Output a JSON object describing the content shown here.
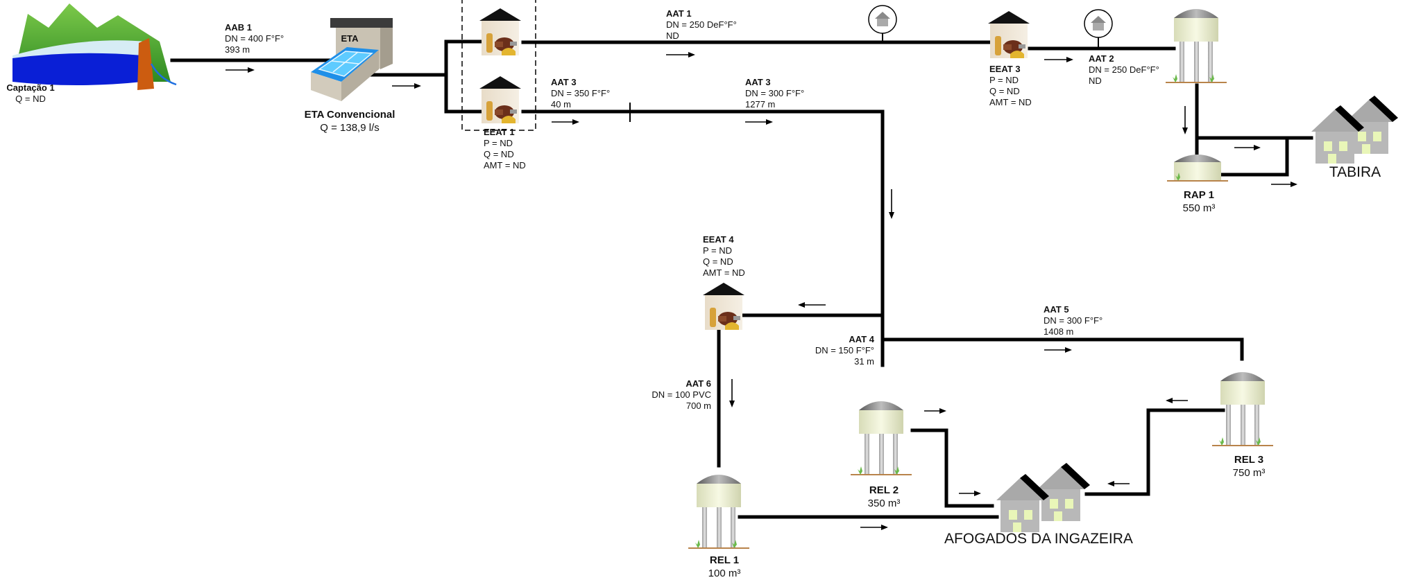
{
  "captacao": {
    "name": "Captação 1",
    "q": "Q = ND"
  },
  "eta": {
    "sign": "ETA",
    "name": "ETA Convencional",
    "q": "Q = 138,9 l/s"
  },
  "aab1": {
    "name": "AAB 1",
    "dn": "DN = 400 F°F°",
    "len": "393 m"
  },
  "aat1": {
    "name": "AAT 1",
    "dn": "DN = 250 DeF°F°",
    "len": "ND"
  },
  "aat2": {
    "name": "AAT 2",
    "dn": "DN = 250 DeF°F°",
    "len": "ND"
  },
  "aat3a": {
    "name": "AAT 3",
    "dn": "DN = 350 F°F°",
    "len": "40 m"
  },
  "aat3b": {
    "name": "AAT 3",
    "dn": "DN = 300 F°F°",
    "len": "1277 m"
  },
  "aat4": {
    "name": "AAT 4",
    "dn": "DN = 150 F°F°",
    "len": "31 m"
  },
  "aat5": {
    "name": "AAT 5",
    "dn": "DN = 300 F°F°",
    "len": "1408 m"
  },
  "aat6": {
    "name": "AAT 6",
    "dn": "DN = 100 PVC",
    "len": "700 m"
  },
  "eeat1": {
    "name": "EEAT 1",
    "p": "P = ND",
    "q": "Q = ND",
    "amt": "AMT = ND"
  },
  "eeat3": {
    "name": "EEAT 3",
    "p": "P = ND",
    "q": "Q = ND",
    "amt": "AMT = ND"
  },
  "eeat4": {
    "name": "EEAT 4",
    "p": "P = ND",
    "q": "Q = ND",
    "amt": "AMT = ND"
  },
  "rap1": {
    "name": "RAP 1",
    "vol": "550 m³"
  },
  "rel1": {
    "name": "REL 1",
    "vol": "100 m³"
  },
  "rel2": {
    "name": "REL 2",
    "vol": "350 m³"
  },
  "rel3": {
    "name": "REL 3",
    "vol": "750 m³"
  },
  "cities": {
    "tabira": "TABIRA",
    "afogados": "AFOGADOS DA INGAZEIRA"
  },
  "colors": {
    "pipe": "#000000",
    "water": "#0a1fd6",
    "eta_tank": "#33aaff",
    "hill": "#4caf2f",
    "tower_top": "#8a8a8a",
    "tower_tank": "#eef2d2",
    "house": "#b5b5b5",
    "window": "#e9f6b8"
  }
}
